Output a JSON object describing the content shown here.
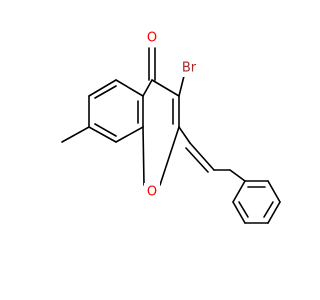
{
  "molecule": {
    "atom_labels": {
      "carbonyl_oxygen": "O",
      "ring_oxygen": "O",
      "bromine": "Br"
    },
    "colors": {
      "bond": "#000000",
      "oxygen": "#ff0000",
      "bromine": "#a52a2a",
      "background": "#ffffff"
    }
  }
}
